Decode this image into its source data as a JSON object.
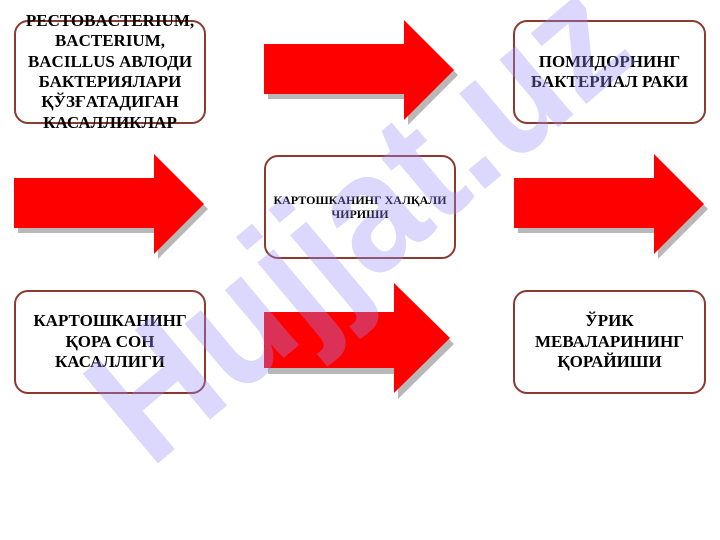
{
  "boxes": {
    "b1": "PECTOBACTERIUM, BACTERIUM, BACILLUS АВЛОДИ БАКТЕРИЯЛАРИ ҚЎЗҒАТАДИГАН КАСАЛЛИКЛАР",
    "b2": "ПОМИДОРНИНГ БАКТЕРИАЛ РАКИ",
    "b3": "КАРТОШКАНИНГ ХАЛҚАЛИ ЧИРИШИ",
    "b4": "КАРТОШКАНИНГ ҚОРА СОН КАСАЛЛИГИ",
    "b5": "ЎРИК МЕВАЛАРИНИНГ ҚОРАЙИШИ"
  },
  "watermark": "Hujjat.uz",
  "colors": {
    "arrow": "#ff0000",
    "arrow_shadow": "#b8b8b8",
    "border": "#8c3a2f",
    "watermark": "#9b8cf5"
  }
}
